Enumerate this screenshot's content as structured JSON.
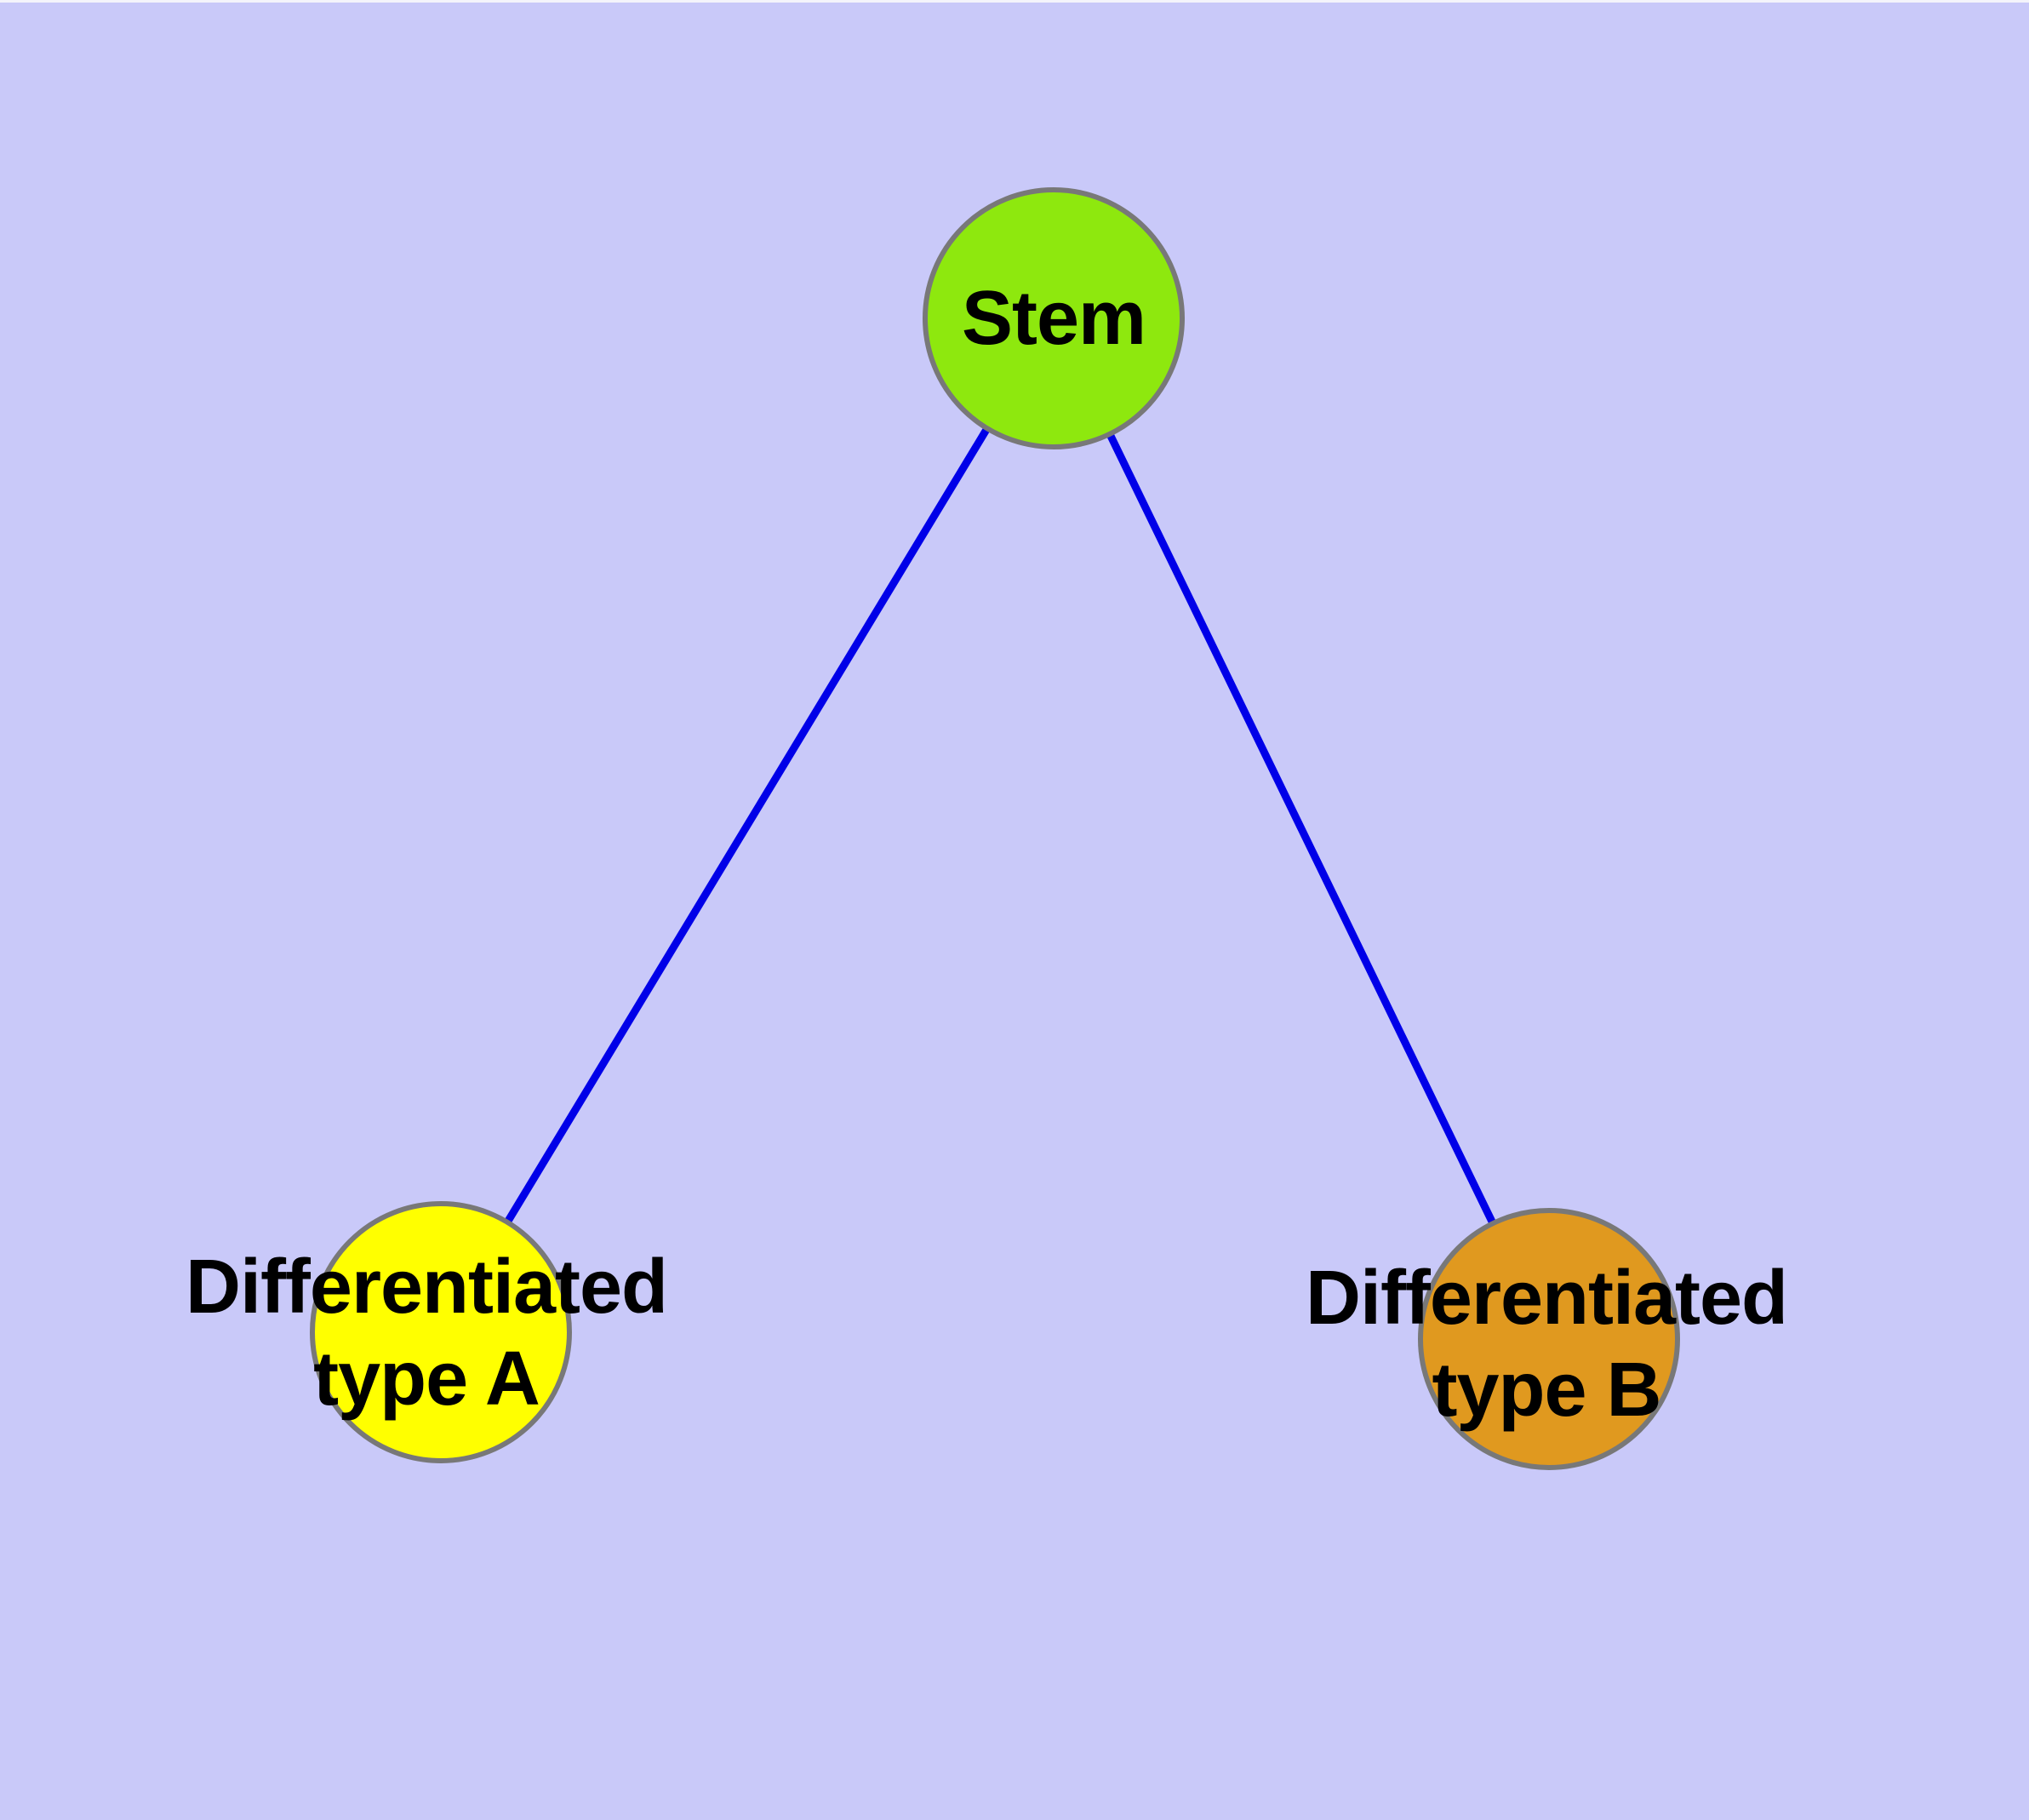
{
  "diagram": {
    "background_color": "#C9C9F9",
    "edge_color": "#0000E8",
    "node_border_color": "#787878",
    "label_color": "#000000",
    "nodes": [
      {
        "id": "stem",
        "label": "Stem",
        "label_line1": "Stem",
        "label_line2": "",
        "fill": "#8EE80E"
      },
      {
        "id": "differentiated-type-a",
        "label": "Differentiated type A",
        "label_line1": "Differentiated",
        "label_line2": "type A",
        "fill": "#FFFF00"
      },
      {
        "id": "differentiated-type-b",
        "label": "Differentiated type B",
        "label_line1": "Differentiated",
        "label_line2": "type B",
        "fill": "#E0991F"
      }
    ],
    "edges": [
      {
        "from": "stem",
        "to": "differentiated-type-a"
      },
      {
        "from": "stem",
        "to": "differentiated-type-b"
      }
    ]
  }
}
